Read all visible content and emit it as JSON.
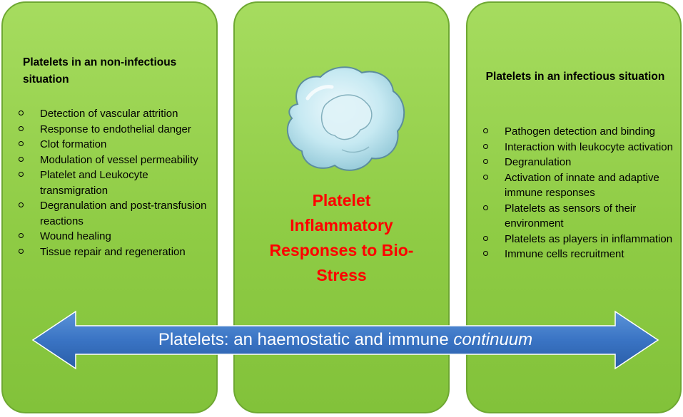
{
  "left_panel": {
    "heading": "Platelets in an non-infectious situation",
    "items": [
      "Detection of vascular attrition",
      "Response to endothelial danger",
      "Clot formation",
      "Modulation of vessel permeability",
      "Platelet and Leukocyte transmigration",
      "Degranulation and post-transfusion reactions",
      "Wound healing",
      "Tissue repair and regeneration"
    ]
  },
  "center_panel": {
    "title": "Platelet\nInflammatory\nResponses to Bio-\nStress",
    "title_color": "#ff0000",
    "illustration": "platelet-cell"
  },
  "right_panel": {
    "heading": "Platelets in an infectious situation",
    "items": [
      "Pathogen detection and binding",
      "Interaction with leukocyte activation",
      "Degranulation",
      "Activation of innate and adaptive immune responses",
      "Platelets as sensors of their environment",
      "Platelets as players in inflammation",
      "Immune cells recruitment"
    ]
  },
  "arrow": {
    "text_regular": "Platelets: an haemostatic and immune ",
    "text_italic": "continuum",
    "color": "#3a74c4"
  },
  "colors": {
    "panel_green": "#92cf4a",
    "panel_border": "#6ea832",
    "bullet": "#000000"
  }
}
